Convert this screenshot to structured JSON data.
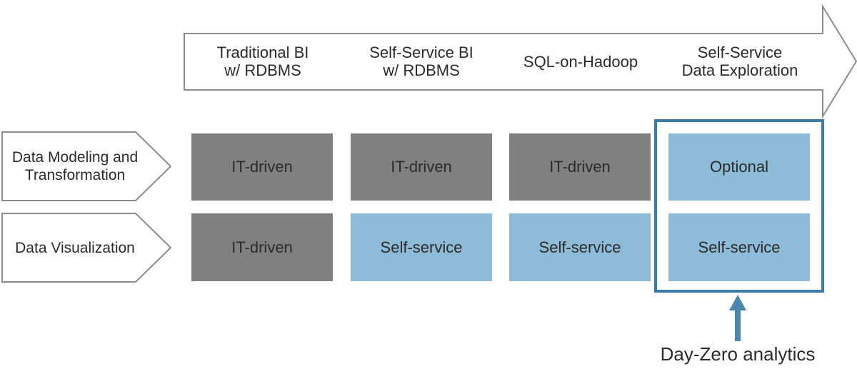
{
  "header": {
    "columns": [
      "Traditional BI\nw/ RDBMS",
      "Self-Service BI\nw/ RDBMS",
      "SQL-on-Hadoop",
      "Self-Service\nData Exploration"
    ]
  },
  "rows": [
    {
      "label": "Data Modeling and\nTransformation",
      "cells": [
        {
          "text": "IT-driven",
          "type": "gray"
        },
        {
          "text": "IT-driven",
          "type": "gray"
        },
        {
          "text": "IT-driven",
          "type": "gray"
        },
        {
          "text": "Optional",
          "type": "blue"
        }
      ]
    },
    {
      "label": "Data Visualization",
      "cells": [
        {
          "text": "IT-driven",
          "type": "gray"
        },
        {
          "text": "Self-service",
          "type": "blue"
        },
        {
          "text": "Self-service",
          "type": "blue"
        },
        {
          "text": "Self-service",
          "type": "blue"
        }
      ]
    }
  ],
  "callout": {
    "label": "Day-Zero analytics"
  },
  "colors": {
    "grayCell": "#808080",
    "blueCell": "#8dbbd8",
    "outline": "#8c8c8c",
    "highlight": "#3d7ea8",
    "arrowBlue": "#4a86ae",
    "textDark": "#2b2b2b"
  }
}
